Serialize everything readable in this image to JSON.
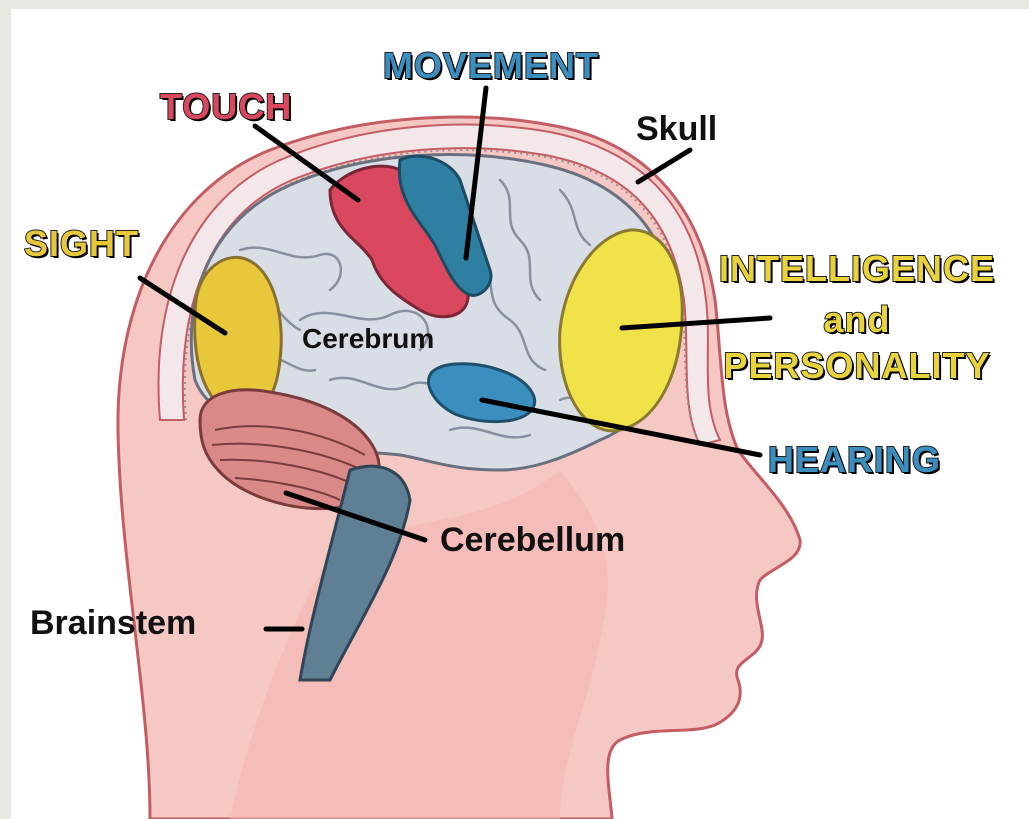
{
  "labels": {
    "movement": "MOVEMENT",
    "touch": "TOUCH",
    "skull": "Skull",
    "sight": "SIGHT",
    "intelligence": "INTELLIGENCE",
    "and": "and",
    "personality": "PERSONALITY",
    "cerebrum": "Cerebrum",
    "hearing": "HEARING",
    "cerebellum": "Cerebellum",
    "brainstem": "Brainstem"
  },
  "colors": {
    "touch": "#d9485e",
    "movement": "#2f7fa3",
    "sight": "#e8c83a",
    "intelligence": "#f2e24a",
    "hearing": "#3a8fbf",
    "skin": "#f6c8c4",
    "cerebrum": "#d9dde6",
    "cerebellum": "#d98a88",
    "brainstem": "#5f7f95",
    "skull": "#f3e7ea"
  }
}
